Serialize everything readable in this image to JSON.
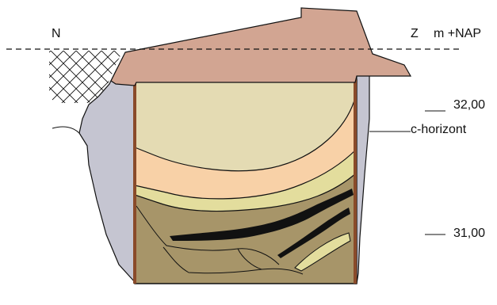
{
  "diagram": {
    "orientation": {
      "north_label": "N",
      "south_label": "Z"
    },
    "reference": {
      "unit_label": "m +NAP"
    },
    "levels": [
      {
        "label": "32,00"
      },
      {
        "label": "31,00"
      }
    ],
    "horizon_label": "c-horizont",
    "colors": {
      "topsoil": "#d2a592",
      "upper_fill": "#e4dbb3",
      "orange_layer": "#f8d1a7",
      "yellow_layer": "#e3dd9d",
      "brown_layer": "#a79569",
      "dark_band": "#111111",
      "grey_wall": "#c5c5d1",
      "timber": "#8a4b2a",
      "outline": "#111111"
    }
  }
}
